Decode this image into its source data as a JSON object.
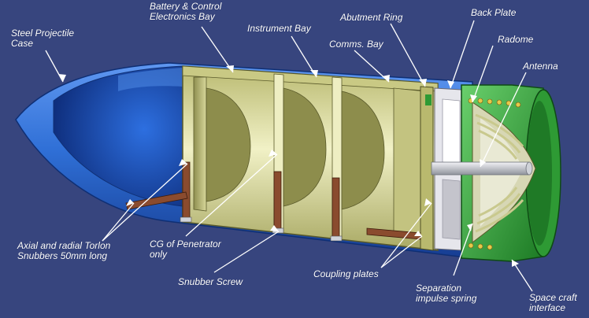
{
  "labels": {
    "steel_case": [
      "Steel Projectile",
      "Case"
    ],
    "battery_bay": [
      "Battery & Control",
      "Electronics Bay"
    ],
    "instrument_bay": "Instrument Bay",
    "comms_bay": "Comms. Bay",
    "abutment_ring": "Abutment Ring",
    "back_plate": "Back Plate",
    "radome": "Radome",
    "antenna": "Antenna",
    "snubbers": [
      "Axial and radial Torlon",
      "Snubbers 50mm long"
    ],
    "cg": [
      "CG of Penetrator",
      "only"
    ],
    "snubber_screw": "Snubber Screw",
    "coupling_plates": "Coupling plates",
    "separation_spring": [
      "Separation",
      "impulse spring"
    ],
    "spacecraft_interface": [
      "Space craft",
      "interface"
    ]
  },
  "colors": {
    "background": "#37457e",
    "steel_case": "#2f6fd6",
    "bays": "#d6d79a",
    "interface": "#2e9a34",
    "back_plate": "#e6e6ec",
    "snubber": "#8a4b2e",
    "label_text": "#ffffff"
  }
}
